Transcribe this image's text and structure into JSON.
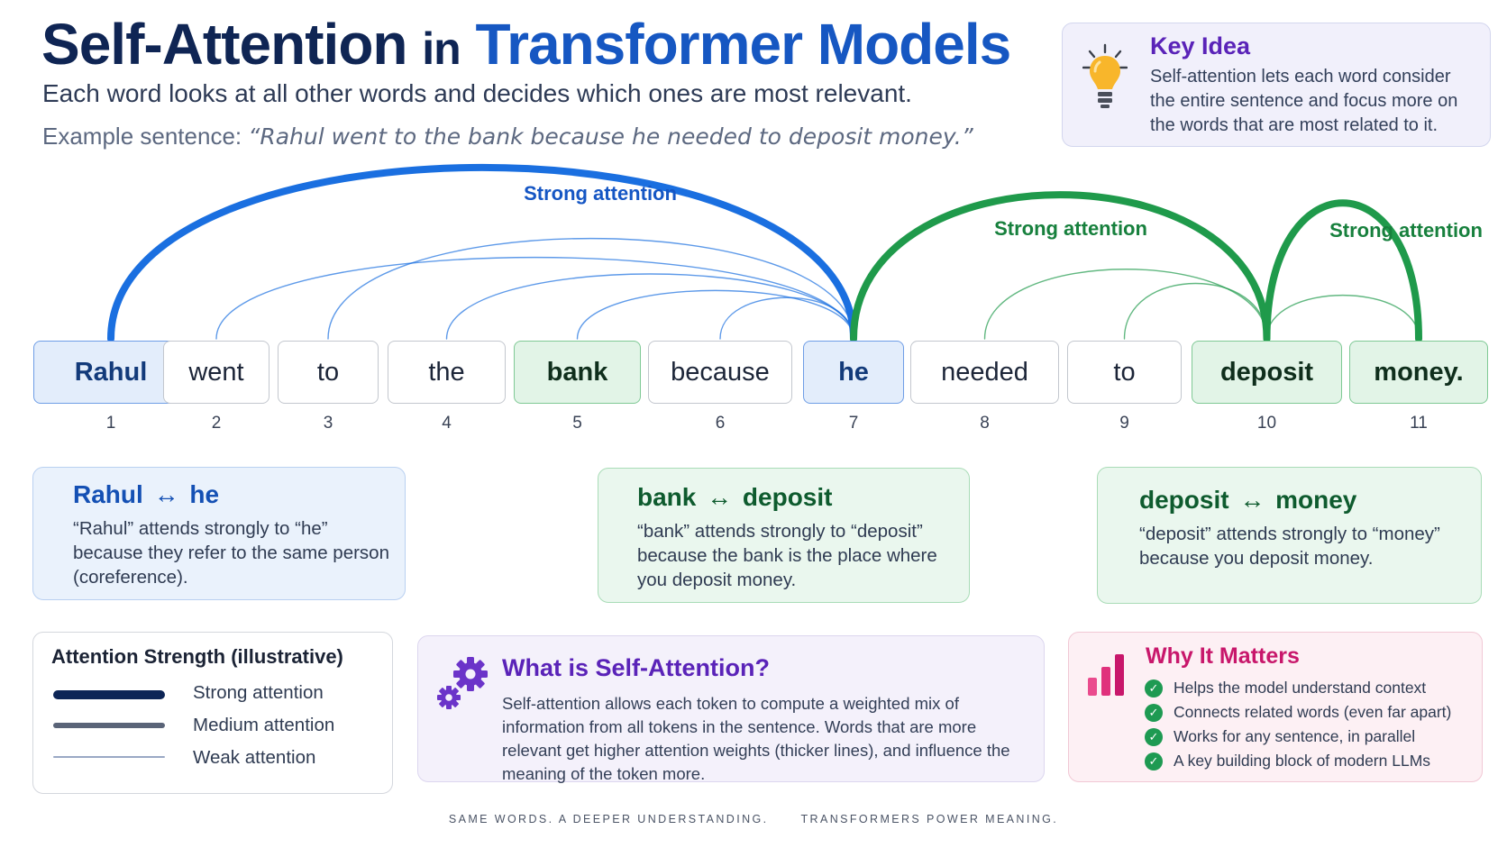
{
  "header": {
    "title_part1": "Self-Attention",
    "title_part2": "in",
    "title_part3": "Transformer Models",
    "subtitle": "Each word looks at all other words and decides which ones are most relevant.",
    "example_label": "Example sentence:",
    "example_sentence": "“Rahul went to the bank because he needed to deposit money.”"
  },
  "key_idea": {
    "title": "Key Idea",
    "body": "Self-attention lets each word consider the entire sentence and focus more on the words that are most related to it.",
    "icon": "lightbulb-icon"
  },
  "tokens": [
    {
      "word": "Rahul",
      "index": "1",
      "style": "blue"
    },
    {
      "word": "went",
      "index": "2",
      "style": "grey"
    },
    {
      "word": "to",
      "index": "3",
      "style": "grey"
    },
    {
      "word": "the",
      "index": "4",
      "style": "grey"
    },
    {
      "word": "bank",
      "index": "5",
      "style": "green"
    },
    {
      "word": "because",
      "index": "6",
      "style": "grey"
    },
    {
      "word": "he",
      "index": "7",
      "style": "blue"
    },
    {
      "word": "needed",
      "index": "8",
      "style": "grey"
    },
    {
      "word": "to",
      "index": "9",
      "style": "grey"
    },
    {
      "word": "deposit",
      "index": "10",
      "style": "green"
    },
    {
      "word": "money.",
      "index": "11",
      "style": "green"
    }
  ],
  "attention": {
    "strong_label": "Strong attention",
    "colors": {
      "blue": "#1a6fe0",
      "green": "#1f9a4b"
    },
    "edges": [
      {
        "from": 7,
        "to": 1,
        "strength": "strong",
        "color": "blue",
        "label": true
      },
      {
        "from": 7,
        "to": 2,
        "strength": "weak",
        "color": "blue"
      },
      {
        "from": 7,
        "to": 3,
        "strength": "weak",
        "color": "blue"
      },
      {
        "from": 7,
        "to": 4,
        "strength": "weak",
        "color": "blue"
      },
      {
        "from": 7,
        "to": 5,
        "strength": "weak",
        "color": "blue"
      },
      {
        "from": 7,
        "to": 6,
        "strength": "weak",
        "color": "blue"
      },
      {
        "from": 7,
        "to": 10,
        "strength": "strong",
        "color": "green",
        "label": true
      },
      {
        "from": 8,
        "to": 10,
        "strength": "weak",
        "color": "green"
      },
      {
        "from": 9,
        "to": 10,
        "strength": "weak",
        "color": "green"
      },
      {
        "from": 10,
        "to": 11,
        "strength": "strong",
        "color": "green",
        "label": true
      },
      {
        "from": 10,
        "to": 11,
        "strength": "weak",
        "color": "green"
      }
    ]
  },
  "cards": [
    {
      "title_a": "Rahul",
      "title_b": "he",
      "arrow": "↔",
      "body": "“Rahul” attends strongly to “he” because they refer to the same person (coreference)."
    },
    {
      "title_a": "bank",
      "title_b": "deposit",
      "arrow": "↔",
      "body": "“bank” attends strongly to “deposit” because the bank is the place where you deposit money."
    },
    {
      "title_a": "deposit",
      "title_b": "money",
      "arrow": "↔",
      "body": "“deposit” attends strongly to “money” because you deposit money."
    }
  ],
  "legend": {
    "title": "Attention Strength (illustrative)",
    "items": [
      {
        "label": "Strong attention",
        "color": "#0d2556"
      },
      {
        "label": "Medium attention",
        "color": "#5a6478"
      },
      {
        "label": "Weak attention",
        "color": "#9aa8c4"
      }
    ]
  },
  "what_is": {
    "title": "What is Self-Attention?",
    "body": "Self-attention allows each token to compute a weighted mix of information from all tokens in the sentence. Words that are more relevant get higher attention weights (thicker lines), and influence the meaning of the token more.",
    "icon": "gears-icon"
  },
  "why": {
    "title": "Why It Matters",
    "icon": "bar-chart-icon",
    "items": [
      "Helps the model understand context",
      "Connects related words (even far apart)",
      "Works for any sentence, in parallel",
      "A key building block of modern LLMs"
    ]
  },
  "footer": {
    "left": "SAME WORDS. A DEEPER UNDERSTANDING.",
    "right": "TRANSFORMERS POWER MEANING."
  }
}
